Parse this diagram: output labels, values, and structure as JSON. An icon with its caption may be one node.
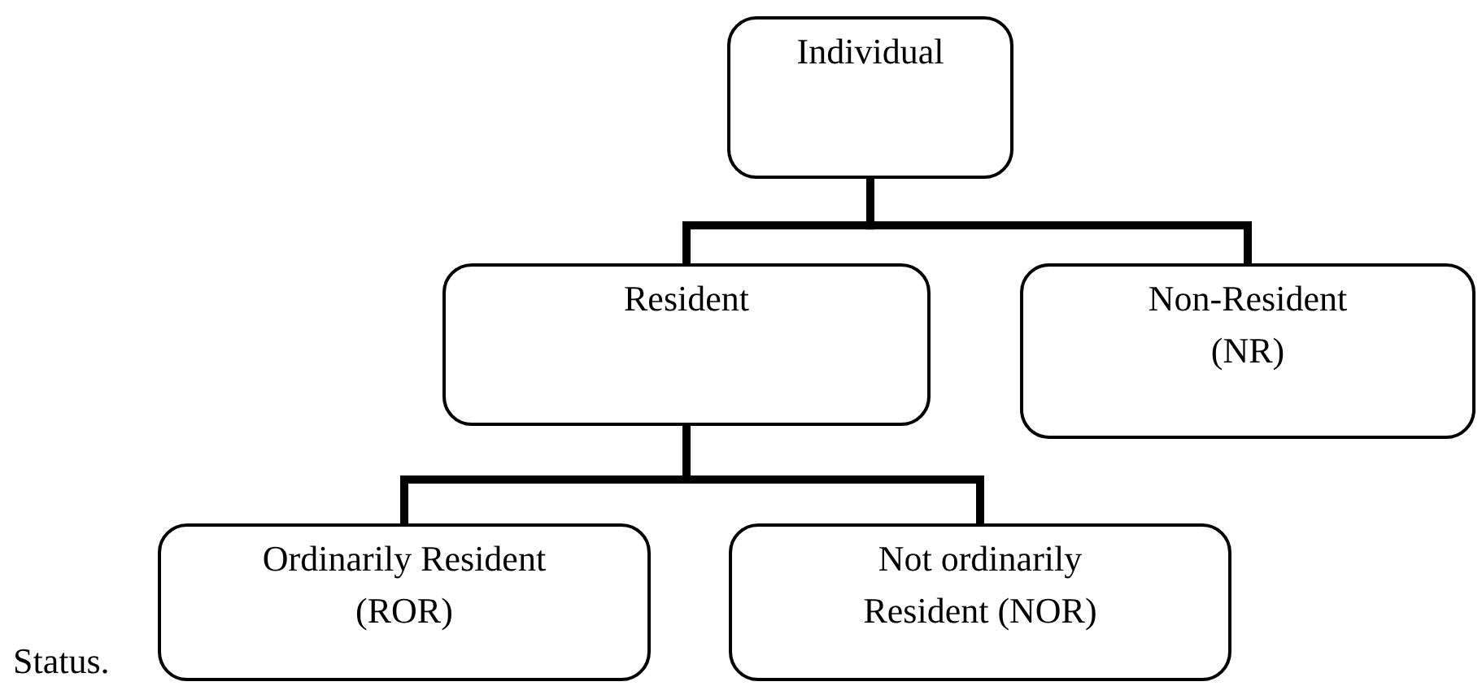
{
  "diagram": {
    "nodes": [
      {
        "text": [
          "Individual"
        ]
      },
      {
        "text": [
          "Resident"
        ]
      },
      {
        "text": [
          "Non-Resident (NR)"
        ]
      },
      {
        "text": [
          "Ordinarily Resident (ROR)"
        ]
      },
      {
        "text": [
          "Not ordinarily Resident (NOR)"
        ]
      }
    ],
    "edges": [
      {
        "from": 0,
        "to": 1,
        "arrow": "none"
      },
      {
        "from": 0,
        "to": 2,
        "arrow": "none"
      },
      {
        "from": 1,
        "to": 3,
        "arrow": "none"
      },
      {
        "from": 1,
        "to": 4,
        "arrow": "none"
      }
    ],
    "labels": [
      "Status."
    ]
  }
}
